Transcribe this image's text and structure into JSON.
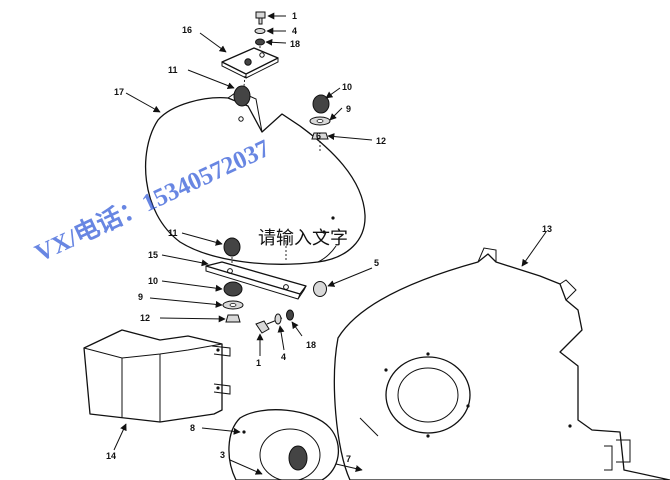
{
  "diagram": {
    "callouts": {
      "c1a": "1",
      "c4a": "4",
      "c18a": "18",
      "c16": "16",
      "c11a": "11",
      "c17": "17",
      "c10a": "10",
      "c9a": "9",
      "c6a": "6",
      "c12a": "12",
      "c13": "13",
      "c11b": "11",
      "c15": "15",
      "c5": "5",
      "c10b": "10",
      "c9b": "9",
      "c12b": "12",
      "c1b": "1",
      "c4b": "4",
      "c18b": "18",
      "c14": "14",
      "c8": "8",
      "c3": "3",
      "c7": "7"
    },
    "watermark": "VX/电话：15340572037",
    "overlay_text": "请输入文字"
  }
}
